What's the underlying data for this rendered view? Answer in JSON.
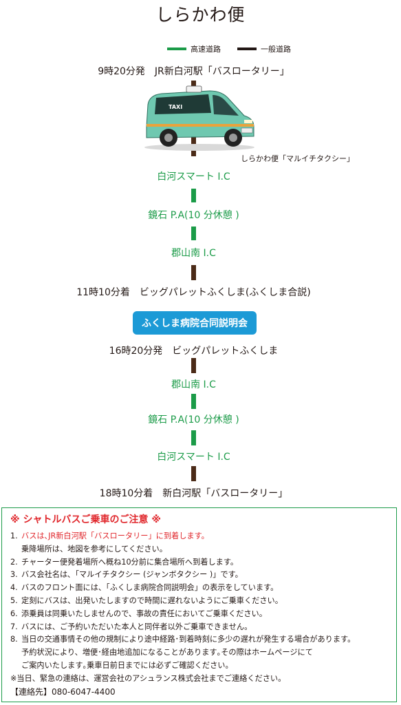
{
  "title": "しらかわ便",
  "legend": {
    "expressway": "高速道路",
    "general_road": "一般道路",
    "expressway_color": "#1b9b48",
    "general_color": "#231815"
  },
  "outbound": {
    "depart": "9時20分発　JR新白河駅「バスロータリー」",
    "taxi_caption": "しらかわ便「マルイチタクシー」",
    "taxi_sign": "TAXI",
    "stop1": "白河スマート I.C",
    "stop2": "鏡石 P.A(10 分休憩 )",
    "stop3": "郡山南 I.C",
    "arrive": "11時10分着　ビッグパレットふくしま(ふくしま合説)"
  },
  "event_label": "ふくしま病院合同説明会",
  "inbound": {
    "depart": "16時20分発　ビッグパレットふくしま",
    "stop1": "郡山南 I.C",
    "stop2": "鏡石 P.A(10 分休憩 )",
    "stop3": "白河スマート I.C",
    "arrive": "18時10分着　新白河駅「バスロータリー」"
  },
  "notice": {
    "title": "※ シャトルバスご乗車のご注意 ※",
    "items": [
      {
        "num": "1.",
        "text": "バスは､JR新白河駅「バスロータリー」に到着します。",
        "cont": "乗降場所は、地図を参考にしてください。"
      },
      {
        "num": "2.",
        "text": "チャーター便発着場所へ概ね10分前に集合場所へ到着します。"
      },
      {
        "num": "3.",
        "text": "バス会社名は､「マルイチタクシー (ジャンボタクシー )」です。"
      },
      {
        "num": "4.",
        "text": "バスのフロント面には、「ふくしま病院合同説明会」の表示をしています。"
      },
      {
        "num": "5.",
        "text": "定刻にバスは、出発いたしますので時間に遅れないようにご乗車ください。"
      },
      {
        "num": "6.",
        "text": "添乗員は同乗いたしませんので、事故の責任においてご乗車ください。"
      },
      {
        "num": "7.",
        "text": "バスには、ご予約いただいた本人と同伴者以外ご乗車できません。"
      },
      {
        "num": "8.",
        "text": "当日の交通事情その他の規制により途中経路･到着時刻に多少の遅れが発生する場合があります。",
        "cont": "予約状況により、増便･経由地追加になることがあります｡その際はホームページにて",
        "cont2": "ご案内いたします｡乗車日前日までには必ずご確認ください。"
      }
    ],
    "footer": "※当日、緊急の連絡は、運営会社のアシュランス株式会社までご連絡ください。",
    "contact": "【連絡先】080-6047-4400"
  }
}
